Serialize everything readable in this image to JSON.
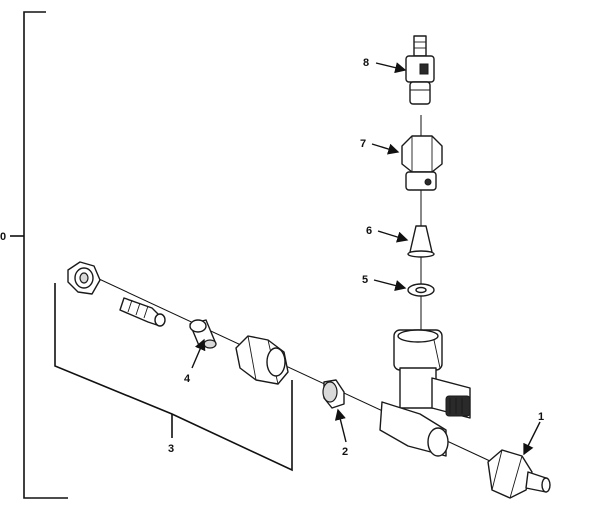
{
  "labels": {
    "assembly": "0",
    "item1": "1",
    "item2": "2",
    "item3": "3",
    "item4": "4",
    "item5": "5",
    "item6": "6",
    "item7": "7",
    "item8": "8"
  }
}
